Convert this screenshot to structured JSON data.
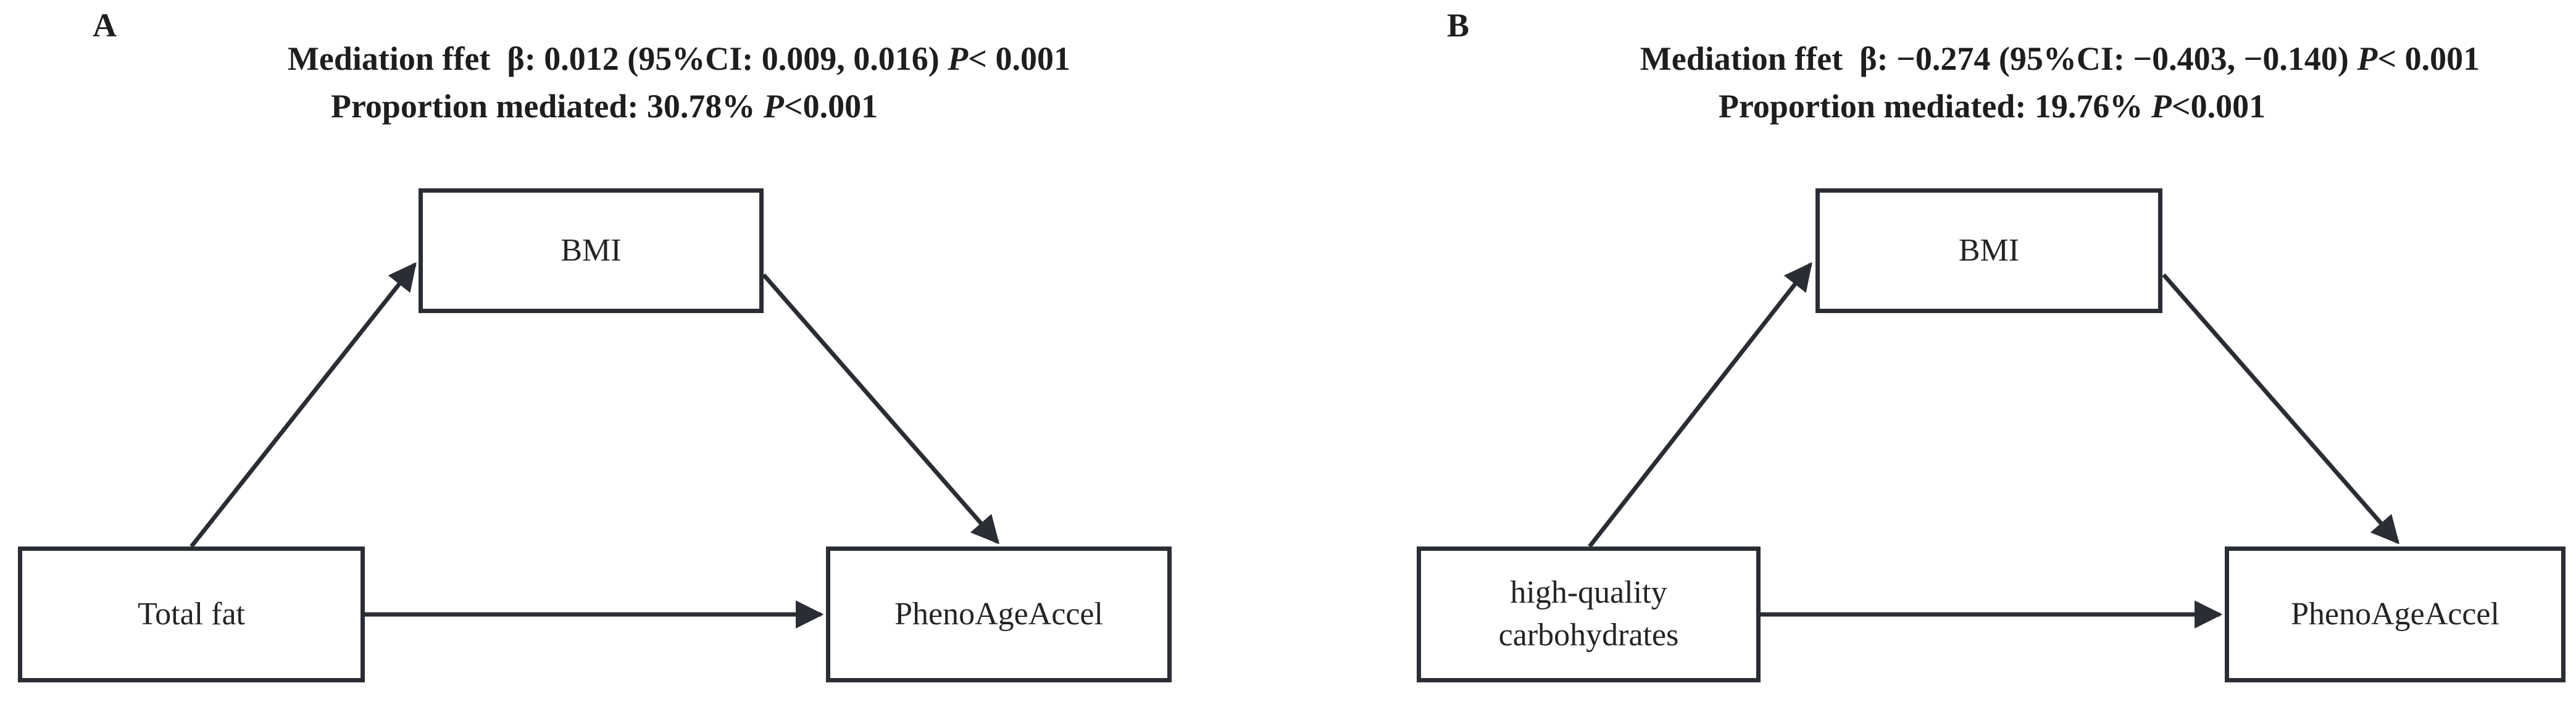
{
  "figure": {
    "background_color": "#ffffff",
    "line_color": "#2a2d33",
    "text_color": "#1e1e1e"
  },
  "panels": [
    {
      "label": "A",
      "title1": {
        "text": "Mediation ffet  β: 0.012 (95%CI: 0.009, 0.016) ",
        "p": "P",
        "tail": "< 0.001"
      },
      "title2": {
        "text": "Proportion mediated: 30.78% ",
        "p": "P",
        "tail": "<0.001"
      },
      "mediator": "BMI",
      "exposure_lines": [
        "Total fat"
      ],
      "outcome": "PhenoAgeAccel"
    },
    {
      "label": "B",
      "title1": {
        "text": "Mediation ffet  β: −0.274 (95%CI: −0.403, −0.140) ",
        "p": "P",
        "tail": "< 0.001"
      },
      "title2": {
        "text": "Proportion mediated: 19.76% ",
        "p": "P",
        "tail": "<0.001"
      },
      "mediator": "BMI",
      "exposure_lines": [
        "high-quality",
        "carbohydrates"
      ],
      "outcome": "PhenoAgeAccel"
    }
  ]
}
